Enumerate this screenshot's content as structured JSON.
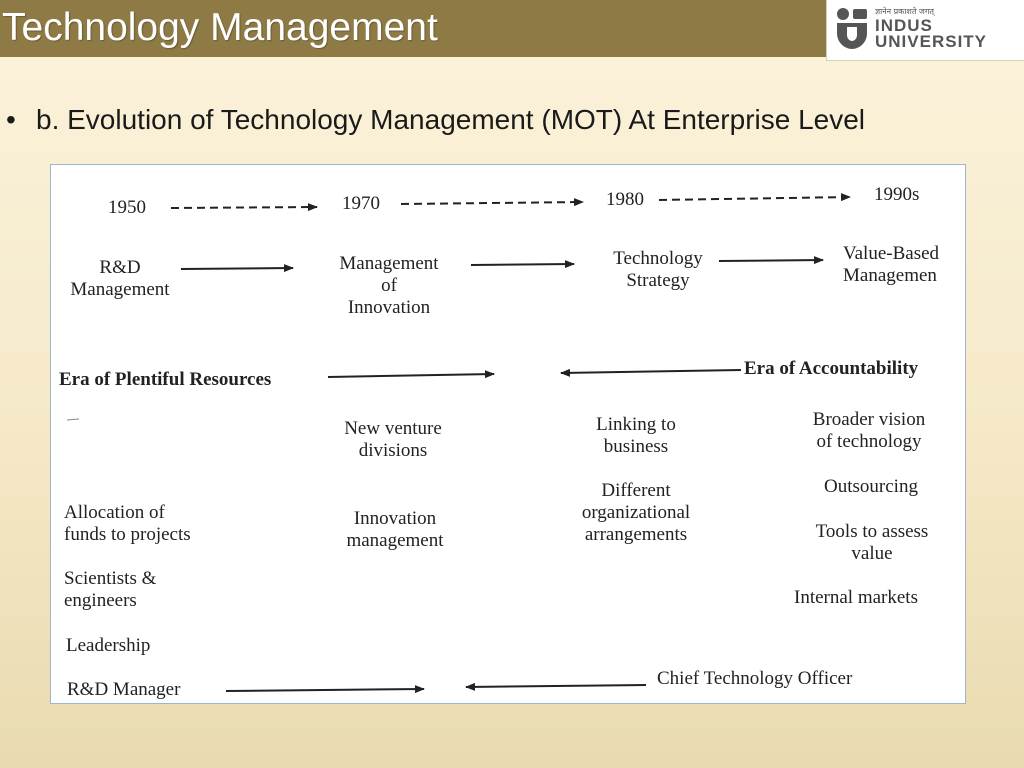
{
  "slide": {
    "title": "Technology Management",
    "bullet": "b. Evolution of Technology Management (MOT) At  Enterprise Level"
  },
  "logo": {
    "tagline": "ज्ञानेन प्रकाशते जगत्",
    "line1": "INDUS",
    "line2": "UNIVERSITY"
  },
  "diagram": {
    "years": [
      "1950",
      "1970",
      "1980",
      "1990s"
    ],
    "stages": [
      [
        "R&D",
        "Management"
      ],
      [
        "Management",
        "of",
        "Innovation"
      ],
      [
        "Technology",
        "Strategy"
      ],
      [
        "Value-Based",
        "Managemen"
      ]
    ],
    "eras": {
      "plentiful": "Era of Plentiful Resources",
      "accountability": "Era of Accountability"
    },
    "col_1950": {
      "allocation": [
        "Allocation of",
        "funds to projects"
      ],
      "scientists": [
        "Scientists &",
        "engineers"
      ],
      "leadership": "Leadership",
      "rd_manager": "R&D Manager"
    },
    "col_1970": {
      "new_venture": [
        "New venture",
        "divisions"
      ],
      "innovation": [
        "Innovation",
        "management"
      ]
    },
    "col_1980": {
      "linking": [
        "Linking to",
        "business"
      ],
      "different": [
        "Different",
        "organizational",
        "arrangements"
      ]
    },
    "col_1990": {
      "broader": [
        "Broader vision",
        "of technology"
      ],
      "outsourcing": "Outsourcing",
      "tools": [
        "Tools to assess",
        "value"
      ],
      "internal": "Internal markets",
      "cto": "Chief Technology Officer"
    }
  },
  "colors": {
    "title_bar": "#8e7a45",
    "background": "#f5e9c8",
    "diagram_border": "#9fb4c8"
  }
}
